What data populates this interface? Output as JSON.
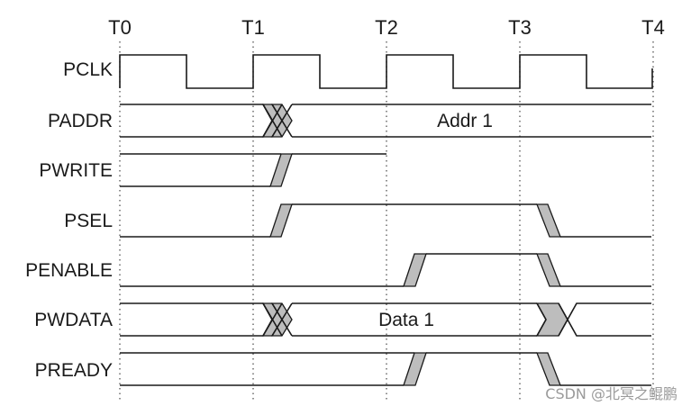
{
  "time_markers": [
    "T0",
    "T1",
    "T2",
    "T3",
    "T4"
  ],
  "signals": [
    {
      "name": "PCLK"
    },
    {
      "name": "PADDR",
      "bus_value": "Addr 1"
    },
    {
      "name": "PWRITE"
    },
    {
      "name": "PSEL"
    },
    {
      "name": "PENABLE"
    },
    {
      "name": "PWDATA",
      "bus_value": "Data 1"
    },
    {
      "name": "PREADY"
    }
  ],
  "watermark": "CSDN @北冥之鲲鹏",
  "colors": {
    "line": "#1a1a1a",
    "transition_fill": "#bdbdbd",
    "watermark": "#9a9a9a"
  }
}
